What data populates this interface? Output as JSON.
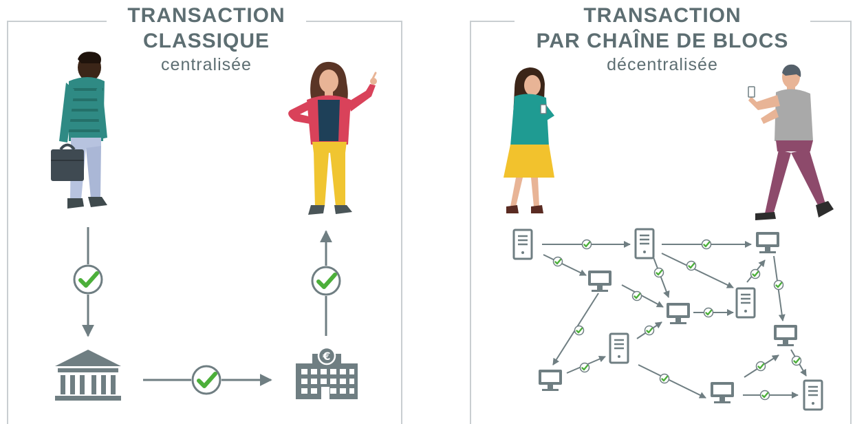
{
  "left_panel": {
    "title_line1": "TRANSACTION",
    "title_line2": "CLASSIQUE",
    "subtitle": "centralisée"
  },
  "right_panel": {
    "title_line1": "TRANSACTION",
    "title_line2": "PAR CHAÎNE DE BLOCS",
    "subtitle": "décentralisée"
  },
  "colors": {
    "outline": "#c9ced1",
    "text": "#5d6e72",
    "icon": "#6f7e82",
    "check": "#4caf3a",
    "skin_dark": "#3b2518",
    "skin_light": "#e8b496"
  },
  "icons": {
    "left": [
      "man-with-briefcase",
      "woman-pointing",
      "bank-building",
      "euro-bank-building"
    ],
    "right": [
      "woman-with-phone",
      "man-with-phone",
      "server",
      "monitor",
      "check-badge"
    ]
  }
}
